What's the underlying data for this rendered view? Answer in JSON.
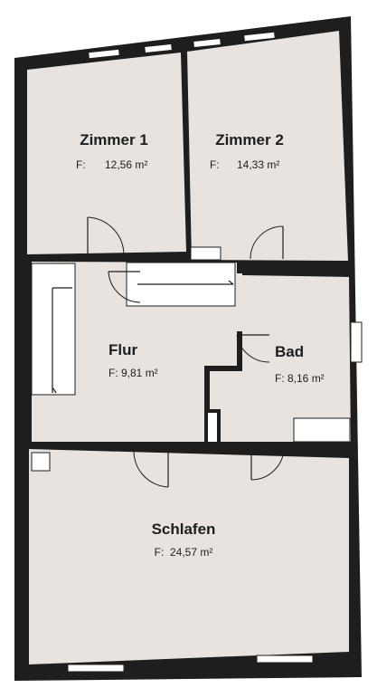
{
  "rooms": {
    "zimmer1": {
      "name": "Zimmer 1",
      "area_prefix": "F:",
      "area_value": "12,56 m²"
    },
    "zimmer2": {
      "name": "Zimmer 2",
      "area_prefix": "F:",
      "area_value": "14,33 m²"
    },
    "flur": {
      "name": "Flur",
      "area_label": "F: 9,81 m²"
    },
    "bad": {
      "name": "Bad",
      "area_label": "F: 8,16 m²"
    },
    "schlafen": {
      "name": "Schlafen",
      "area_label": "F:  24,57 m²"
    }
  },
  "colors": {
    "floor": "#e8e3de",
    "wall": "#1e1e1e",
    "background": "#ffffff"
  }
}
